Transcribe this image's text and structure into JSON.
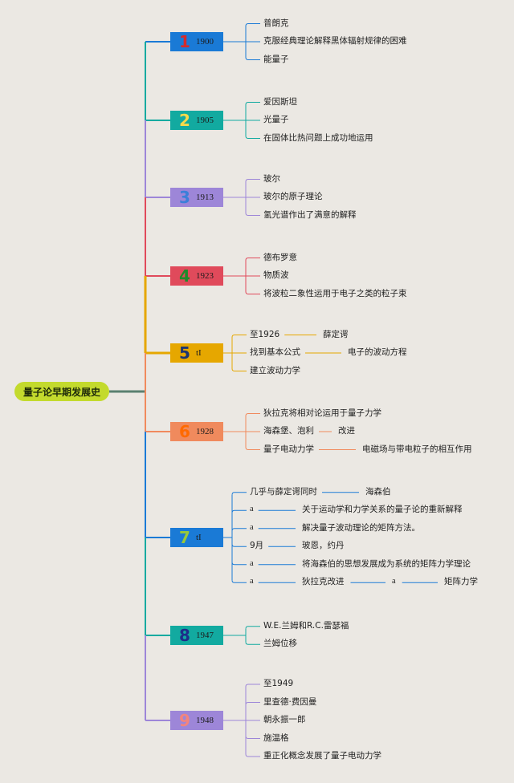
{
  "root": {
    "title": "量子论早期发展史",
    "color": "#c3da2d"
  },
  "branches": [
    {
      "num": "1",
      "year": "1900",
      "box_color": "#1a7ad6",
      "num_color": "#d42b2b",
      "line_color": "#1a7ad6",
      "items": [
        {
          "text": "普朗克"
        },
        {
          "text": "克服经典理论解释黑体辐射规律的困难"
        },
        {
          "text": "能量子"
        }
      ]
    },
    {
      "num": "2",
      "year": "1905",
      "box_color": "#12aaa0",
      "num_color": "#f5d94a",
      "line_color": "#12aaa0",
      "items": [
        {
          "text": "爱因斯坦"
        },
        {
          "text": "光量子"
        },
        {
          "text": "在固体比热问题上成功地运用"
        }
      ]
    },
    {
      "num": "3",
      "year": "1913",
      "box_color": "#9d86d8",
      "num_color": "#3b7fd9",
      "line_color": "#9d86d8",
      "items": [
        {
          "text": "玻尔"
        },
        {
          "text": "玻尔的原子理论"
        },
        {
          "text": "氢光谱作出了满意的解释"
        }
      ]
    },
    {
      "num": "4",
      "year": "1923",
      "box_color": "#e04a5b",
      "num_color": "#1f8a2a",
      "line_color": "#e04a5b",
      "items": [
        {
          "text": "德布罗意"
        },
        {
          "text": "物质波"
        },
        {
          "text": "将波粒二象性运用于电子之类的粒子束"
        }
      ]
    },
    {
      "num": "5",
      "year": "tI",
      "box_color": "#e6a700",
      "num_color": "#1d3570",
      "line_color": "#e6a700",
      "items": [
        {
          "text": "至1926",
          "children": [
            "薛定谔"
          ]
        },
        {
          "text": "找到基本公式",
          "children": [
            "电子的波动方程"
          ]
        },
        {
          "text": "建立波动力学"
        }
      ]
    },
    {
      "num": "6",
      "year": "1928",
      "box_color": "#f08a5d",
      "num_color": "#ff6a00",
      "line_color": "#f08a5d",
      "items": [
        {
          "text": "狄拉克将相对论运用于量子力学"
        },
        {
          "text": "海森堡、泡利",
          "children": [
            "改进"
          ]
        },
        {
          "text": "量子电动力学",
          "children": [
            "电磁场与带电粒子的相互作用"
          ]
        }
      ]
    },
    {
      "num": "7",
      "year": "tI",
      "box_color": "#1a7ad6",
      "num_color": "#98c83a",
      "line_color": "#1a7ad6",
      "items": [
        {
          "text": "几乎与薛定谔同时",
          "children": [
            "海森伯"
          ]
        },
        {
          "text": "a",
          "children": [
            "关于运动学和力学关系的量子论的重新解释"
          ]
        },
        {
          "text": "a",
          "children": [
            "解决量子波动理论的矩阵方法。"
          ]
        },
        {
          "text": "9月",
          "children": [
            "玻恩，约丹"
          ]
        },
        {
          "text": "a",
          "children": [
            "将海森伯的思想发展成为系统的矩阵力学理论"
          ]
        },
        {
          "text": "a",
          "children": [
            "狄拉克改进",
            "a",
            "矩阵力学"
          ]
        }
      ]
    },
    {
      "num": "8",
      "year": "1947",
      "box_color": "#12aaa0",
      "num_color": "#1d2d8a",
      "line_color": "#12aaa0",
      "items": [
        {
          "text": "W.E.兰姆和R.C.雷瑟福"
        },
        {
          "text": "兰姆位移"
        }
      ]
    },
    {
      "num": "9",
      "year": "1948",
      "box_color": "#9d86d8",
      "num_color": "#f2847e",
      "line_color": "#9d86d8",
      "items": [
        {
          "text": "至1949"
        },
        {
          "text": "里查德·费因曼"
        },
        {
          "text": "朝永振一郎"
        },
        {
          "text": "施温格"
        },
        {
          "text": "重正化概念发展了量子电动力学"
        }
      ]
    }
  ]
}
